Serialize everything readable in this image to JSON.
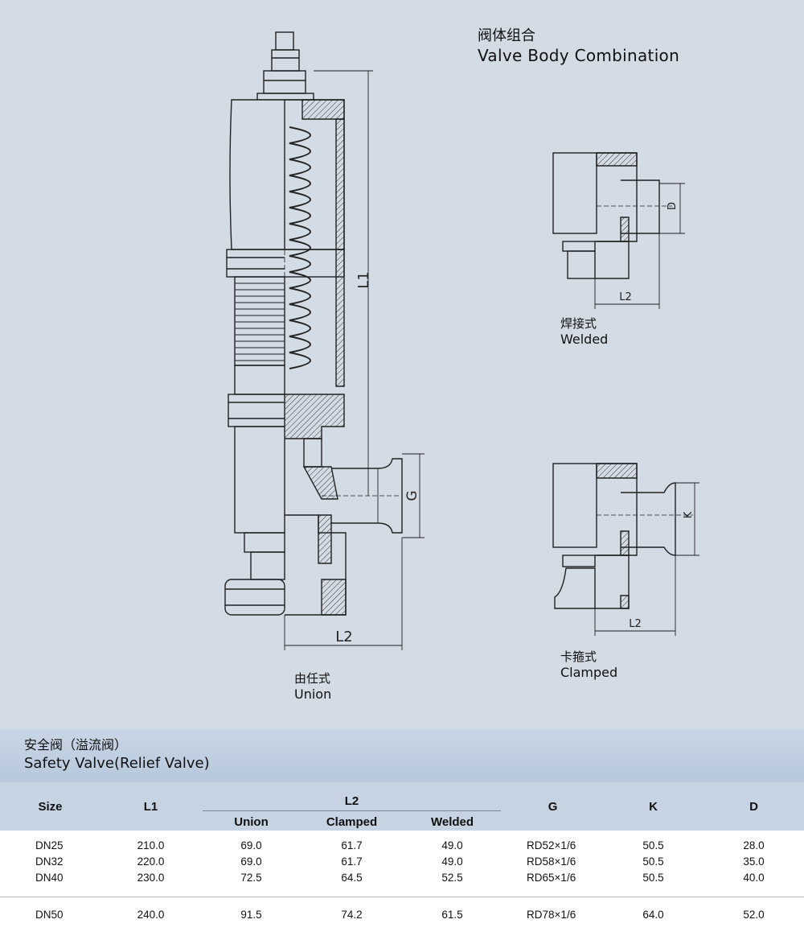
{
  "title": {
    "zh": "阀体组合",
    "en": "Valve Body Combination"
  },
  "variants": {
    "welded": {
      "zh": "焊接式",
      "en": "Welded"
    },
    "clamped": {
      "zh": "卡箍式",
      "en": "Clamped"
    },
    "union": {
      "zh": "由任式",
      "en": "Union"
    }
  },
  "dimension_labels": {
    "L1": "L1",
    "L2": "L2",
    "G": "G",
    "D": "D",
    "K": "K"
  },
  "spec": {
    "title_zh": "安全阀（溢流阀）",
    "title_en": "Safety Valve(Relief Valve)",
    "headers": {
      "size": "Size",
      "l1": "L1",
      "l2": "L2",
      "union": "Union",
      "clamped": "Clamped",
      "welded": "Welded",
      "g": "G",
      "k": "K",
      "d": "D"
    },
    "rows": [
      {
        "size": "DN25",
        "l1": "210.0",
        "union": "69.0",
        "clamped": "61.7",
        "welded": "49.0",
        "g": "RD52×1/6",
        "k": "50.5",
        "d": "28.0"
      },
      {
        "size": "DN32",
        "l1": "220.0",
        "union": "69.0",
        "clamped": "61.7",
        "welded": "49.0",
        "g": "RD58×1/6",
        "k": "50.5",
        "d": "35.0"
      },
      {
        "size": "DN40",
        "l1": "230.0",
        "union": "72.5",
        "clamped": "64.5",
        "welded": "52.5",
        "g": "RD65×1/6",
        "k": "50.5",
        "d": "40.0"
      },
      {
        "size": "DN50",
        "l1": "240.0",
        "union": "91.5",
        "clamped": "74.2",
        "welded": "61.5",
        "g": "RD78×1/6",
        "k": "64.0",
        "d": "52.0"
      }
    ]
  },
  "colors": {
    "background": "#d3dbe5",
    "table_header": "#c6d3e3",
    "line": "#222222"
  }
}
